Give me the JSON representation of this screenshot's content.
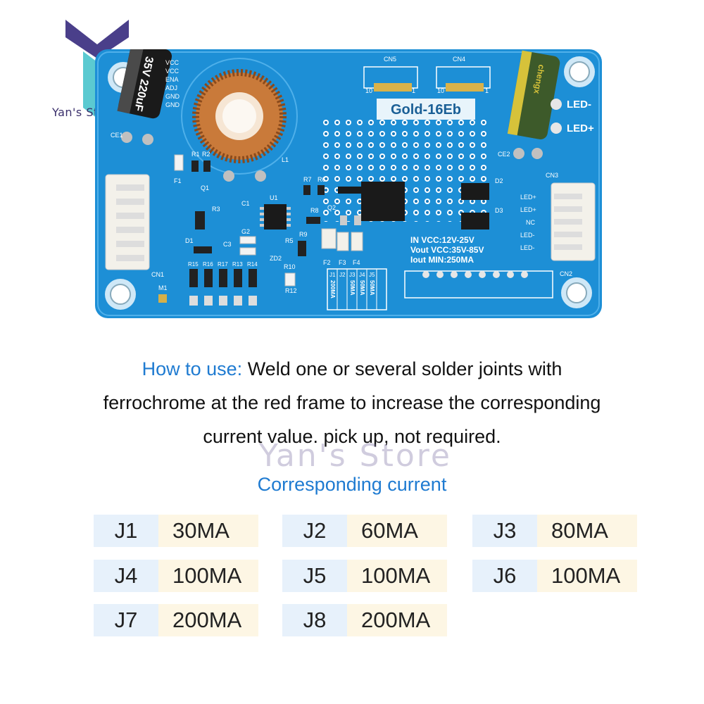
{
  "logo": {
    "text": "Yan's Store"
  },
  "board": {
    "model": "Gold-16Eb",
    "spec_vin": "IN VCC:12V-25V",
    "spec_vout": "Vout VCC:35V-85V",
    "spec_iout": "Iout MIN:250MA",
    "cap_left": "35V 220uF",
    "cap_right_brand": "chengx",
    "labels": {
      "led_minus": "LED-",
      "led_plus": "LED+",
      "cn1": "CN1",
      "cn2": "CN2",
      "cn3": "CN3",
      "cn4": "CN4",
      "cn5": "CN5",
      "ce1": "CE1",
      "ce2": "CE2",
      "m1": "M1",
      "l1": "L1",
      "f1": "F1",
      "f2": "F2",
      "f3": "F3",
      "f4": "F4",
      "q1": "Q1",
      "q2": "Q2",
      "d1": "D1",
      "d2": "D2",
      "d3": "D3",
      "u1": "U1",
      "c1": "C1",
      "c3": "C3",
      "g2": "G2",
      "zd2": "ZD2",
      "r1": "R1",
      "r2": "R2",
      "r3": "R3",
      "r5": "R5",
      "r6": "R6",
      "r7": "R7",
      "r8": "R8",
      "r9": "R9",
      "r10": "R10",
      "r12": "R12",
      "r13": "R13",
      "r14": "R14",
      "r15": "R15",
      "r16": "R16",
      "r17": "R17",
      "j1": "J1",
      "j2": "J2",
      "j3": "J3",
      "j4": "J4",
      "j5": "J5",
      "j1_val": "200MA",
      "j3_val": "50MA",
      "j4_val": "50MA",
      "j5_val": "50MA",
      "pin_num_10": "10",
      "pin_num_1": "1",
      "cn3_pins": [
        "LED+",
        "LED+",
        "NC",
        "LED-",
        "LED-"
      ],
      "cn1_pins": [
        "VCC",
        "VCC",
        "ENA",
        "ADJ",
        "GND",
        "GND"
      ]
    }
  },
  "instructions": {
    "label": "How to use:",
    "line1": "Weld one or several solder joints with",
    "line2": "ferrochrome at the red frame to increase the corresponding",
    "line3": "current value. pick up, not required."
  },
  "watermark": "Yan's Store",
  "table_title": "Corresponding current",
  "currents": [
    {
      "j": "J1",
      "v": "30MA"
    },
    {
      "j": "J2",
      "v": "60MA"
    },
    {
      "j": "J3",
      "v": "80MA"
    },
    {
      "j": "J4",
      "v": "100MA"
    },
    {
      "j": "J5",
      "v": "100MA"
    },
    {
      "j": "J6",
      "v": "100MA"
    },
    {
      "j": "J7",
      "v": "200MA"
    },
    {
      "j": "J8",
      "v": "200MA"
    }
  ],
  "colors": {
    "pcb": "#1d8fd6",
    "pcb_dark": "#1578bd",
    "accent_blue": "#1f7bd1",
    "cell_j": "#e7f1fb",
    "cell_v": "#fdf6e4"
  }
}
